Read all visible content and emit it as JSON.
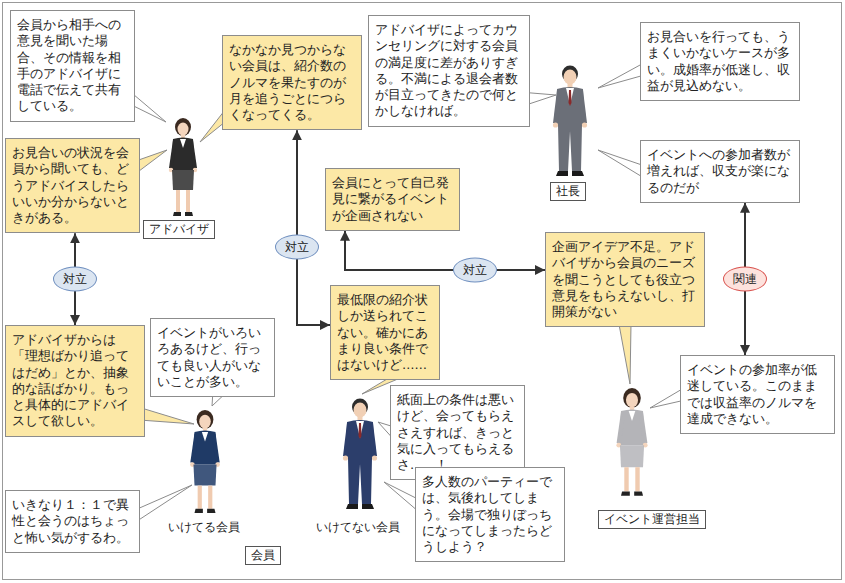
{
  "diagram": {
    "nodes": [
      {
        "text": [
          "会員から相手への意見を聞いた場合、その情報を相手のアドバイザに電話で伝えて共有している。"
        ]
      },
      {
        "text": [
          "お見合いの状況を会員から聞いても、どうアドバイスしたらいいか分からないときがある。"
        ]
      },
      {
        "text": [
          "なかなか見つからない会員は、紹介数のノルマを果たすのが月を追うごとにつらくなってくる。"
        ]
      },
      {
        "text": [
          "アドバイザによってカウンセリングに対する会員の満足度に差がありすぎる。不満による退会者数が目立ってきたので何とかしなければ。"
        ]
      },
      {
        "text": [
          "お見合いを行っても、うまくいかないケースが多い。成婚率が低迷し、収益が見込めない。"
        ]
      },
      {
        "text": [
          "イベントへの参加者数が増えれば、収支が楽になるのだが"
        ]
      },
      {
        "text": [
          "会員にとって自己発見に繋がるイベントが企画されない"
        ]
      },
      {
        "text": [
          "企画アイデア不足。アドバイザから会員のニーズを聞こうとしても役立つ意見をもらえないし、打開策がない"
        ]
      },
      {
        "text": [
          "最低限の紹介状しか送られてこない。確かにあまり良い条件ではないけど……"
        ]
      },
      {
        "text": [
          "イベントがいろいろあるけど、行っても良い人がいないことが多い。"
        ]
      },
      {
        "text": [
          "アドバイザからは「理想ばかり追ってはだめ」とか、抽象的な話ばかり。もっと具体的にアドバイスして欲しい。"
        ]
      },
      {
        "text": [
          "紙面上の条件は悪いけど、会ってもらえさえすれば、きっと気に入ってもらえるさ……！"
        ]
      },
      {
        "text": [
          "イベントの参加率が低迷している。このままでは収益率のノルマを達成できない。"
        ]
      },
      {
        "text": [
          "いきなり１：１で異性と会うのはちょっと怖い気がするわ。"
        ]
      },
      {
        "text": [
          "多人数のパーティーでは、気後れしてしまう。会場で独りぼっちになってしまったらどうしよう？"
        ]
      },
      {
        "text": [
          "アドバイザ"
        ]
      },
      {
        "text": [
          "社長"
        ]
      },
      {
        "text": [
          "会員"
        ]
      },
      {
        "text": [
          "イベント運営担当"
        ]
      }
    ],
    "edges": [
      {
        "from": 1,
        "to": 10,
        "label": "対立",
        "arrow": "both"
      },
      {
        "from": 2,
        "to": 8,
        "label": "対立",
        "arrow": "both"
      },
      {
        "from": 6,
        "to": 7,
        "label": "対立",
        "arrow": "both"
      },
      {
        "from": 5,
        "to": 12,
        "label": "関連",
        "arrow": "both"
      }
    ],
    "labels": [
      "いけてる会員",
      "いけてない会員"
    ]
  }
}
